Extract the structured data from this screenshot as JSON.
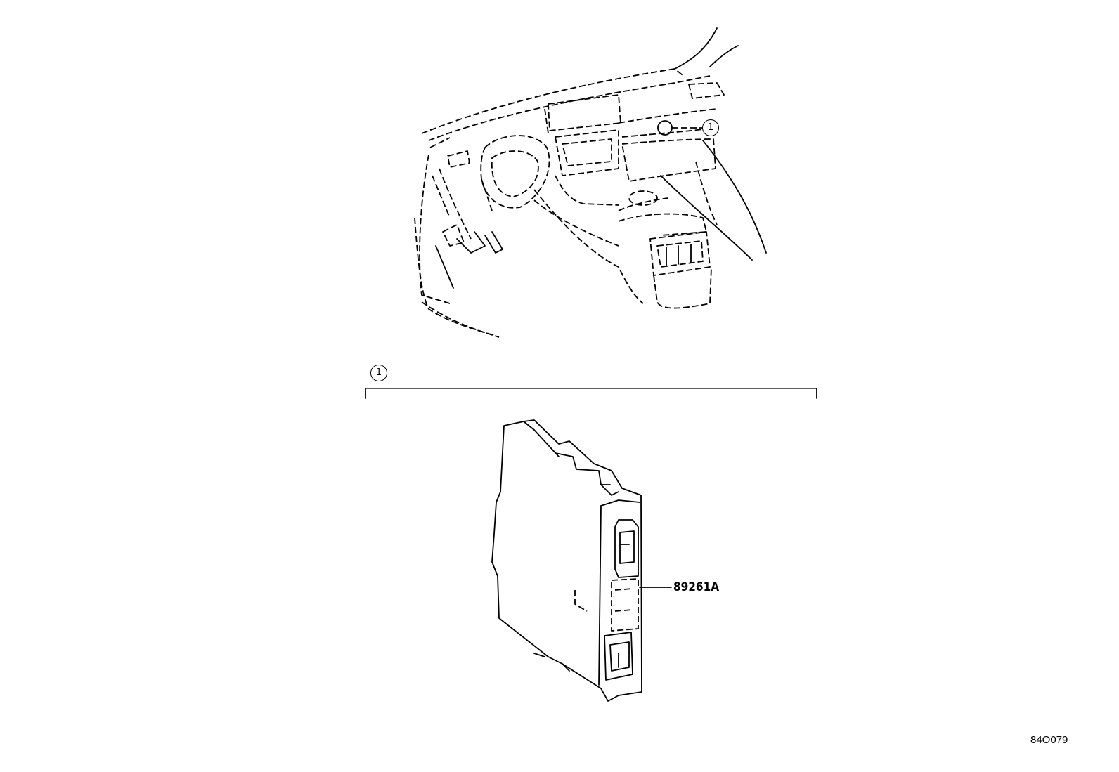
{
  "callouts": [
    {
      "number": "1"
    },
    {
      "number": "1"
    }
  ],
  "parts": [
    {
      "part_number": "89261A"
    }
  ],
  "figure_code": "84O079"
}
